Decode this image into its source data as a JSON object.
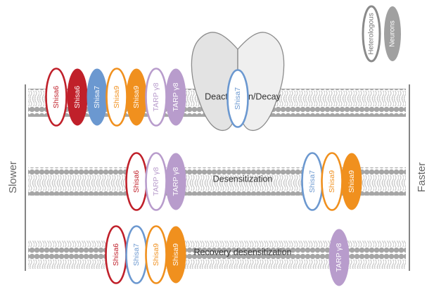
{
  "legend": {
    "heterologous": {
      "label": "Heterologous",
      "style": "outline"
    },
    "neurons": {
      "label": "Neurons",
      "style": "filled"
    }
  },
  "sides": {
    "left": "Slower",
    "right": "Faster"
  },
  "rows": [
    {
      "label": "Deactivation/Decay",
      "slow_group": [
        {
          "name": "Shisa6",
          "color": "#c0202a",
          "style": "outline"
        },
        {
          "name": "Shisa6",
          "color": "#c0202a",
          "style": "filled"
        },
        {
          "name": "Shisa7",
          "color": "#6b98d0",
          "style": "filled"
        },
        {
          "name": "Shisa9",
          "color": "#f0901e",
          "style": "outline"
        },
        {
          "name": "Shisa9",
          "color": "#f0901e",
          "style": "filled"
        },
        {
          "name": "TARP γ8",
          "color": "#b89ccc",
          "style": "outline"
        },
        {
          "name": "TARP γ8",
          "color": "#b89ccc",
          "style": "filled"
        }
      ],
      "fast_group": [
        {
          "name": "Shisa7",
          "color": "#6b98d0",
          "style": "outline"
        }
      ]
    },
    {
      "label": "Desensitization",
      "slow_group": [
        {
          "name": "Shisa6",
          "color": "#c0202a",
          "style": "outline"
        },
        {
          "name": "TARP γ8",
          "color": "#b89ccc",
          "style": "outline"
        },
        {
          "name": "TARP γ8",
          "color": "#b89ccc",
          "style": "filled"
        }
      ],
      "fast_group": [
        {
          "name": "Shisa7",
          "color": "#6b98d0",
          "style": "outline"
        },
        {
          "name": "Shisa9",
          "color": "#f0901e",
          "style": "outline"
        },
        {
          "name": "Shisa9",
          "color": "#f0901e",
          "style": "filled"
        }
      ]
    },
    {
      "label": "Recovery desensitization",
      "slow_group": [
        {
          "name": "Shisa6",
          "color": "#c0202a",
          "style": "outline"
        },
        {
          "name": "Shisa7",
          "color": "#6b98d0",
          "style": "outline"
        },
        {
          "name": "Shisa9",
          "color": "#f0901e",
          "style": "outline"
        },
        {
          "name": "Shisa9",
          "color": "#f0901e",
          "style": "filled"
        }
      ],
      "fast_group": [
        {
          "name": "TARP γ8",
          "color": "#b89ccc",
          "style": "filled"
        }
      ]
    }
  ]
}
